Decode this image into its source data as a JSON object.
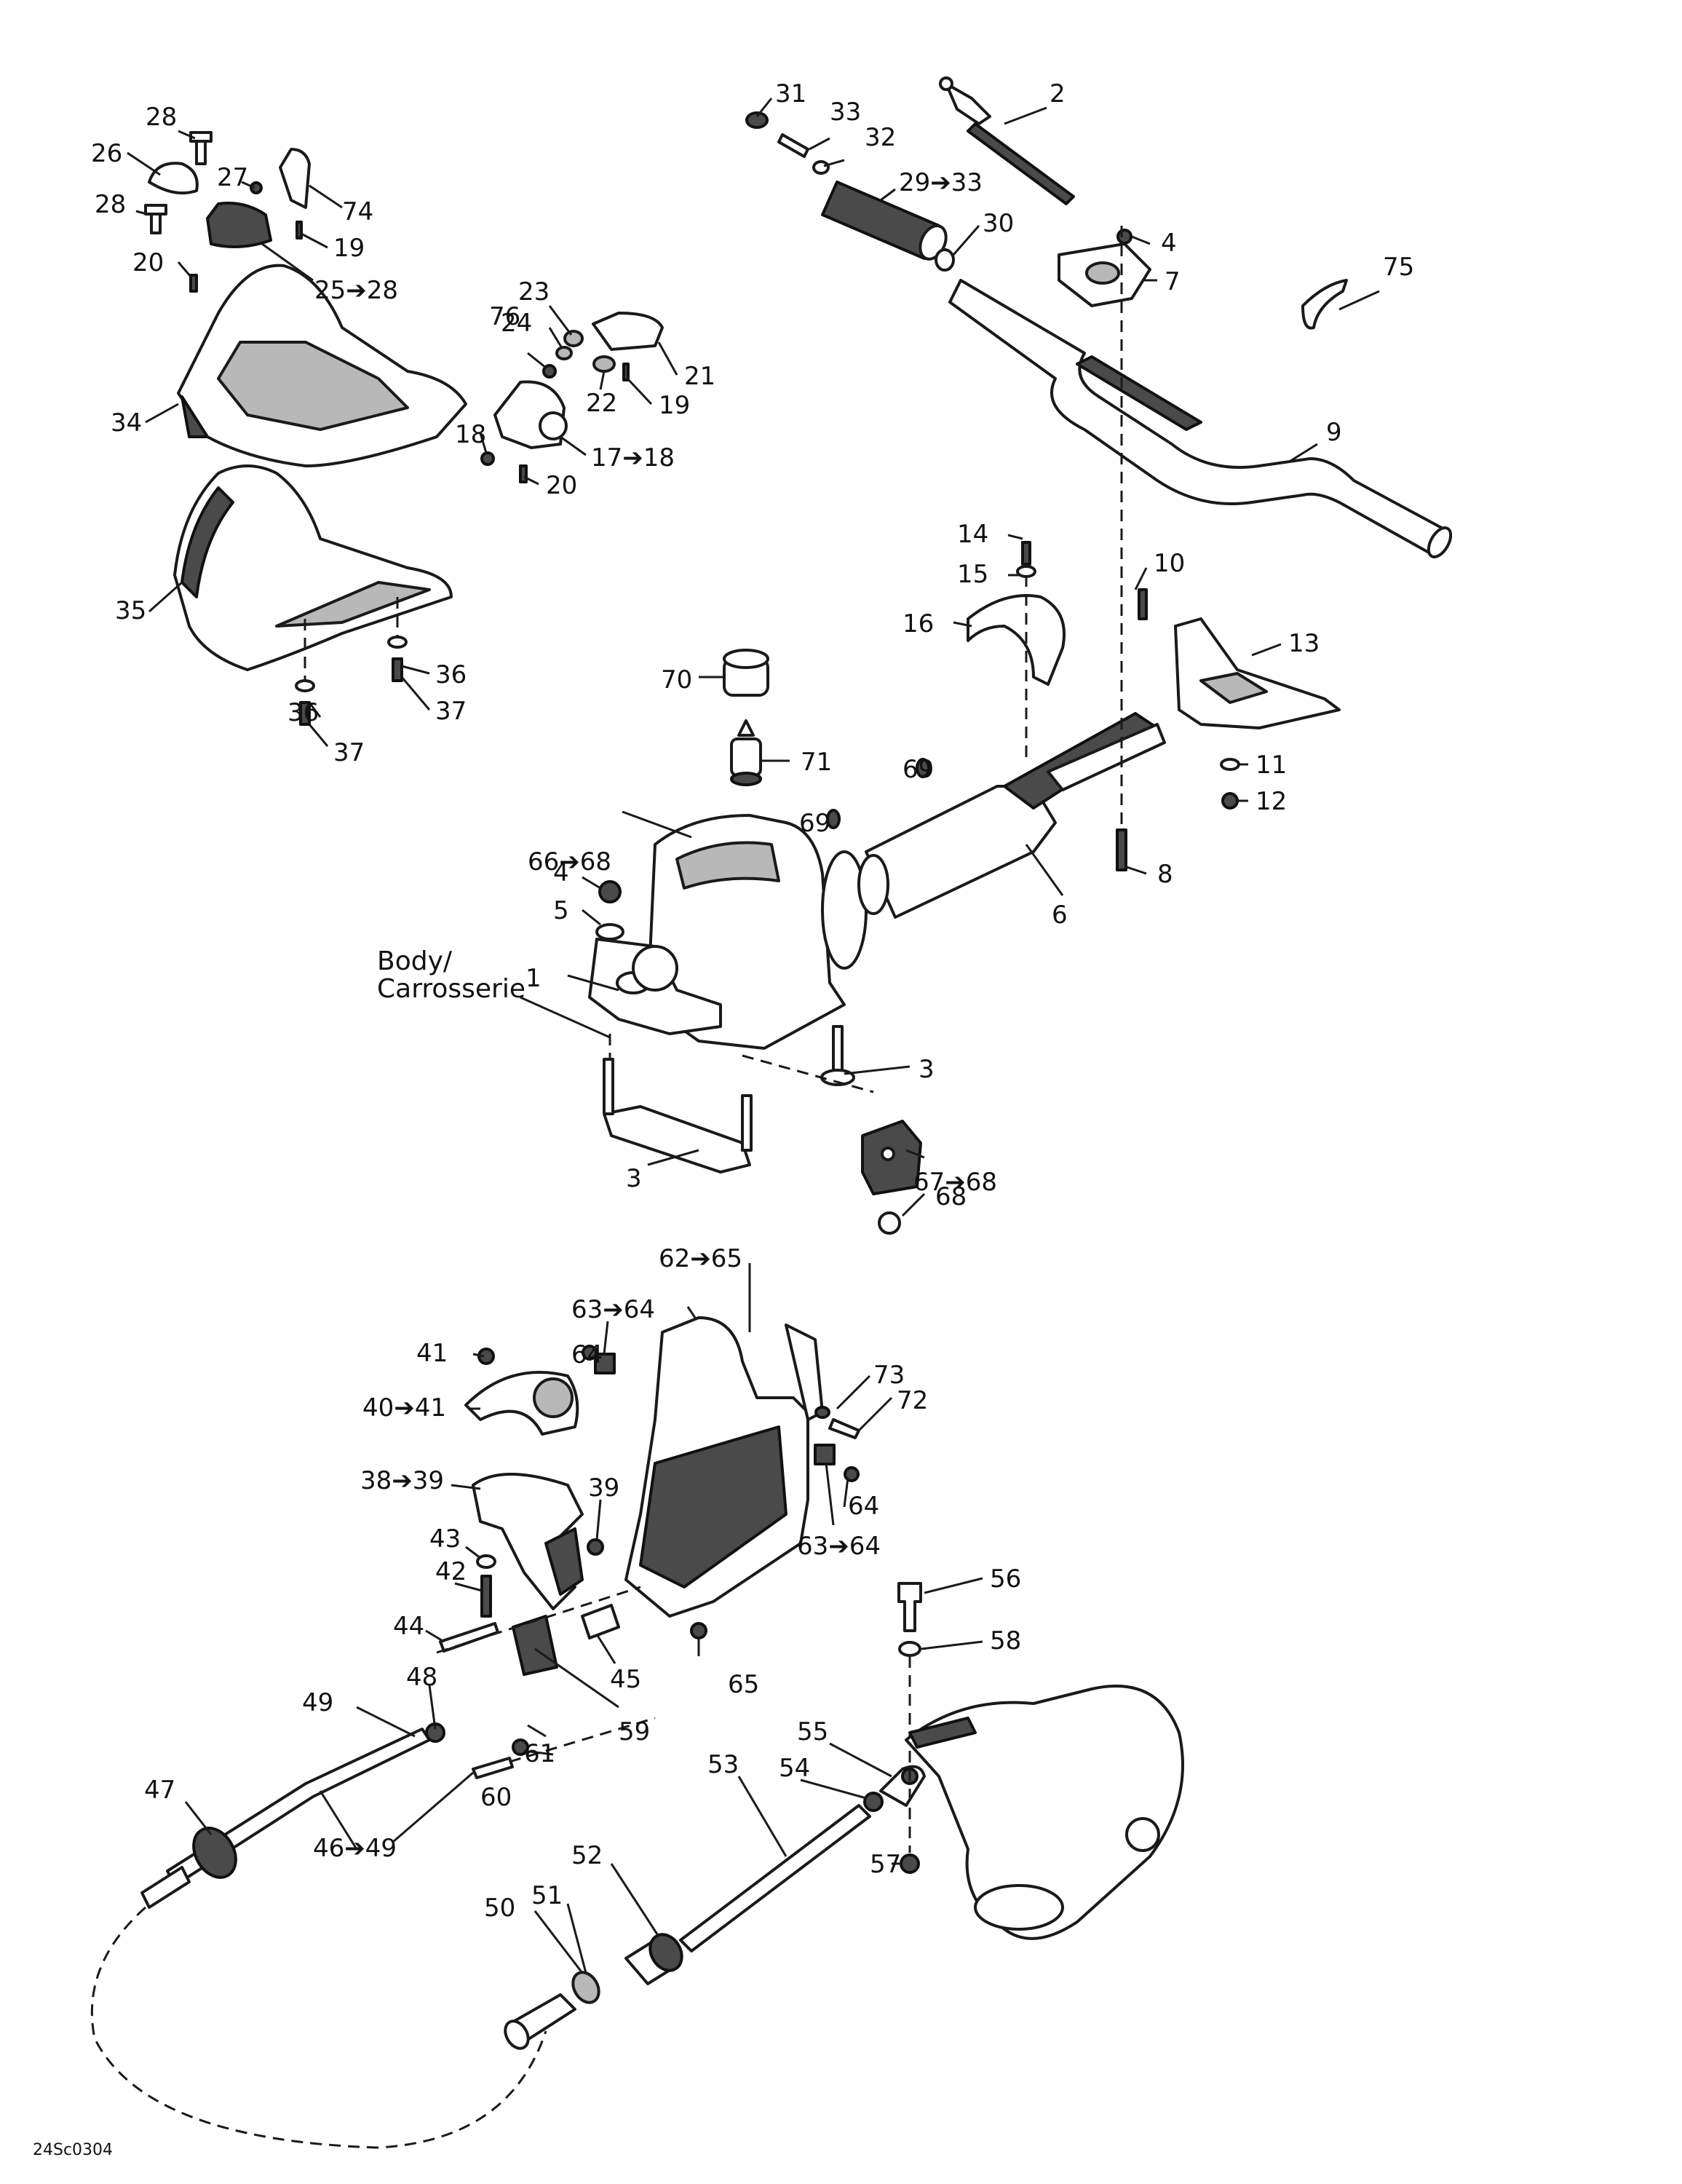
{
  "body_label": {
    "line1": "Body/",
    "line2": "Carrosserie"
  },
  "drawing_code": "24Sc0304",
  "callouts": [
    {
      "id": "c1",
      "label": "1"
    },
    {
      "id": "c2",
      "label": "2"
    },
    {
      "id": "c3a",
      "label": "3"
    },
    {
      "id": "c3b",
      "label": "3"
    },
    {
      "id": "c4a",
      "label": "4"
    },
    {
      "id": "c4b",
      "label": "4"
    },
    {
      "id": "c5",
      "label": "5"
    },
    {
      "id": "c6",
      "label": "6"
    },
    {
      "id": "c7",
      "label": "7"
    },
    {
      "id": "c8",
      "label": "8"
    },
    {
      "id": "c9",
      "label": "9"
    },
    {
      "id": "c10",
      "label": "10"
    },
    {
      "id": "c11",
      "label": "11"
    },
    {
      "id": "c12",
      "label": "12"
    },
    {
      "id": "c13",
      "label": "13"
    },
    {
      "id": "c14",
      "label": "14"
    },
    {
      "id": "c15",
      "label": "15"
    },
    {
      "id": "c16",
      "label": "16"
    },
    {
      "id": "c17",
      "label": "17➔18"
    },
    {
      "id": "c18",
      "label": "18"
    },
    {
      "id": "c19a",
      "label": "19"
    },
    {
      "id": "c19b",
      "label": "19"
    },
    {
      "id": "c20a",
      "label": "20"
    },
    {
      "id": "c20b",
      "label": "20"
    },
    {
      "id": "c21",
      "label": "21"
    },
    {
      "id": "c22",
      "label": "22"
    },
    {
      "id": "c23",
      "label": "23"
    },
    {
      "id": "c24",
      "label": "24"
    },
    {
      "id": "c25",
      "label": "25➔28"
    },
    {
      "id": "c26",
      "label": "26"
    },
    {
      "id": "c27",
      "label": "27"
    },
    {
      "id": "c28a",
      "label": "28"
    },
    {
      "id": "c28b",
      "label": "28"
    },
    {
      "id": "c29",
      "label": "29➔33"
    },
    {
      "id": "c30",
      "label": "30"
    },
    {
      "id": "c31",
      "label": "31"
    },
    {
      "id": "c32",
      "label": "32"
    },
    {
      "id": "c33",
      "label": "33"
    },
    {
      "id": "c34",
      "label": "34"
    },
    {
      "id": "c35",
      "label": "35"
    },
    {
      "id": "c36a",
      "label": "36"
    },
    {
      "id": "c36b",
      "label": "36"
    },
    {
      "id": "c37a",
      "label": "37"
    },
    {
      "id": "c37b",
      "label": "37"
    },
    {
      "id": "c38",
      "label": "38➔39"
    },
    {
      "id": "c39",
      "label": "39"
    },
    {
      "id": "c40",
      "label": "40➔41"
    },
    {
      "id": "c41",
      "label": "41"
    },
    {
      "id": "c42",
      "label": "42"
    },
    {
      "id": "c43",
      "label": "43"
    },
    {
      "id": "c44",
      "label": "44"
    },
    {
      "id": "c45",
      "label": "45"
    },
    {
      "id": "c46",
      "label": "46➔49"
    },
    {
      "id": "c47",
      "label": "47"
    },
    {
      "id": "c48",
      "label": "48"
    },
    {
      "id": "c49",
      "label": "49"
    },
    {
      "id": "c50",
      "label": "50"
    },
    {
      "id": "c51",
      "label": "51"
    },
    {
      "id": "c52",
      "label": "52"
    },
    {
      "id": "c53",
      "label": "53"
    },
    {
      "id": "c54",
      "label": "54"
    },
    {
      "id": "c55",
      "label": "55"
    },
    {
      "id": "c56",
      "label": "56"
    },
    {
      "id": "c57",
      "label": "57"
    },
    {
      "id": "c58",
      "label": "58"
    },
    {
      "id": "c59",
      "label": "59"
    },
    {
      "id": "c60",
      "label": "60"
    },
    {
      "id": "c61",
      "label": "61"
    },
    {
      "id": "c62",
      "label": "62➔65"
    },
    {
      "id": "c63a",
      "label": "63➔64"
    },
    {
      "id": "c63b",
      "label": "63➔64"
    },
    {
      "id": "c64a",
      "label": "64"
    },
    {
      "id": "c64b",
      "label": "64"
    },
    {
      "id": "c65",
      "label": "65"
    },
    {
      "id": "c66",
      "label": "66➔68"
    },
    {
      "id": "c67",
      "label": "67➔68"
    },
    {
      "id": "c68",
      "label": "68"
    },
    {
      "id": "c69a",
      "label": "69"
    },
    {
      "id": "c69b",
      "label": "69"
    },
    {
      "id": "c70",
      "label": "70"
    },
    {
      "id": "c71",
      "label": "71"
    },
    {
      "id": "c72",
      "label": "72"
    },
    {
      "id": "c73",
      "label": "73"
    },
    {
      "id": "c74",
      "label": "74"
    },
    {
      "id": "c75",
      "label": "75"
    },
    {
      "id": "c76",
      "label": "76"
    }
  ]
}
